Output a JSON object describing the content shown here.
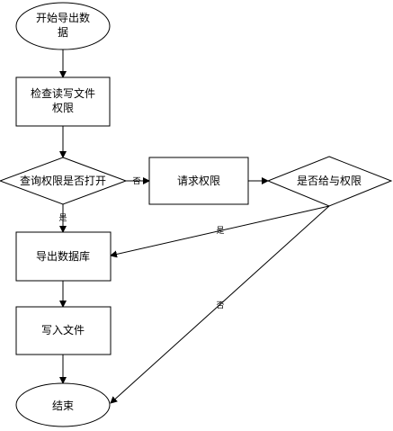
{
  "nodes": {
    "start": {
      "line1": "开始导出数",
      "line2": "据"
    },
    "check_perm": {
      "line1": "检查读写文件",
      "line2": "权限"
    },
    "is_perm_open": {
      "label": "查询权限是否打开"
    },
    "request_perm": {
      "label": "请求权限"
    },
    "is_granted": {
      "label": "是否给与权限"
    },
    "export_db": {
      "label": "导出数据库"
    },
    "write_file": {
      "label": "写入文件"
    },
    "end": {
      "label": "结束"
    }
  },
  "edges": {
    "perm_no": "否",
    "perm_yes": "是",
    "granted_yes": "是",
    "granted_no": "否"
  },
  "colors": {
    "stroke": "#000000",
    "fill": "#ffffff"
  }
}
